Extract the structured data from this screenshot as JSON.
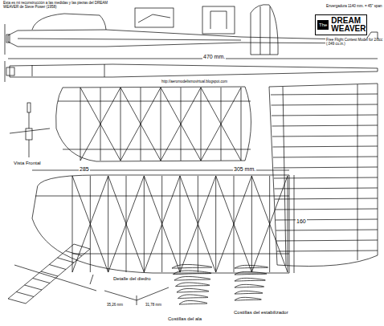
{
  "diagram": {
    "nodes": [
      {
        "text": [
          "The",
          "DREAM WEAVER"
        ]
      }
    ],
    "labels": [
      "Esta es mi reconstrucción a las medidas y las piezas del DREAM WEAVER de Steve Power (1958)",
      "470 mm.",
      "285",
      "305 mm.",
      "160",
      "Vista Frontal",
      "Detalle del diedro",
      "35,26 mm",
      "31,78 mm",
      "Costillas del ala",
      "Costillas del estabilizador",
      "Envergadura 1140 mm. = 45\" span",
      "Free Flight Contest Model for 2/8cc (.049 cu.in.)",
      "http://aeromodelismovirtual.blogspot.com"
    ]
  }
}
